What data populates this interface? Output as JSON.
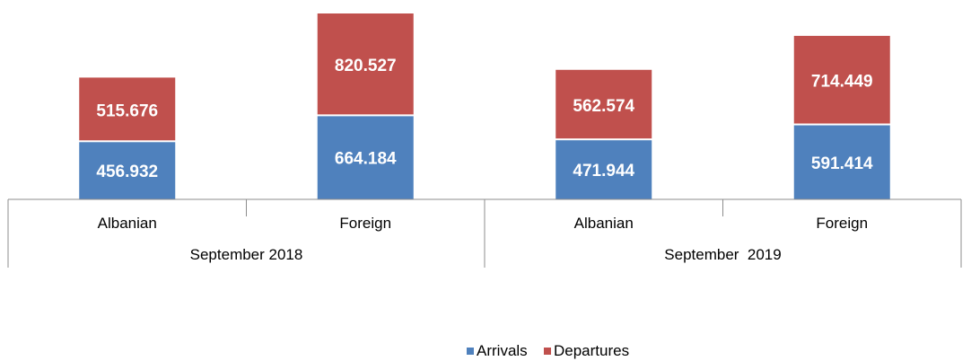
{
  "chart_data": {
    "type": "bar",
    "stacked": true,
    "groups": [
      {
        "label": "September 2018",
        "categories": [
          "Albanian",
          "Foreign"
        ]
      },
      {
        "label": "September  2019",
        "categories": [
          "Albanian",
          "Foreign"
        ]
      }
    ],
    "categories": [
      "Albanian",
      "Foreign",
      "Albanian",
      "Foreign"
    ],
    "series": [
      {
        "name": "Arrivals",
        "color": "#4f81bd",
        "values": [
          456.932,
          664.184,
          471.944,
          591.414
        ],
        "labels": [
          "456.932",
          "664.184",
          "471.944",
          "591.414"
        ]
      },
      {
        "name": "Departures",
        "color": "#c0504d",
        "values": [
          515.676,
          820.527,
          562.574,
          714.449
        ],
        "labels": [
          "515.676",
          "820.527",
          "562.574",
          "714.449"
        ]
      }
    ],
    "title": "",
    "xlabel": "",
    "ylabel": "",
    "ylim": [
      0,
      1500
    ],
    "grid": false,
    "legend": "bottom-center"
  }
}
